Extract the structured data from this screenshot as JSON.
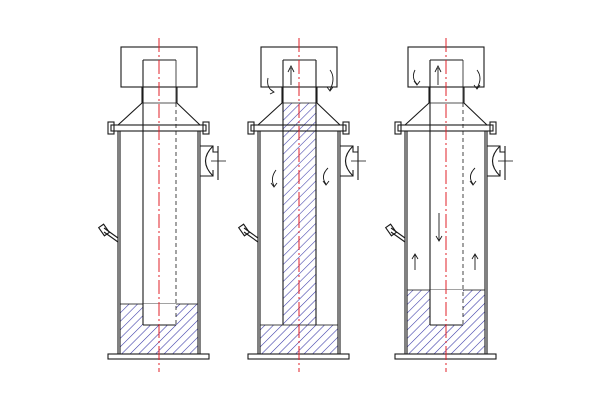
{
  "figure": {
    "panels": [
      {
        "id": "panel-1",
        "state": "liquid level low in annular space, inner pipe open"
      },
      {
        "id": "panel-2",
        "state": "liquid filling inner pipe up to the head"
      },
      {
        "id": "panel-3",
        "state": "liquid level raised in annular space, flow arrows"
      }
    ]
  },
  "colors": {
    "outline": "#1a1a1a",
    "hatch": "#3a3aa8",
    "centerline": "#e0202a",
    "background": "#ffffff"
  }
}
